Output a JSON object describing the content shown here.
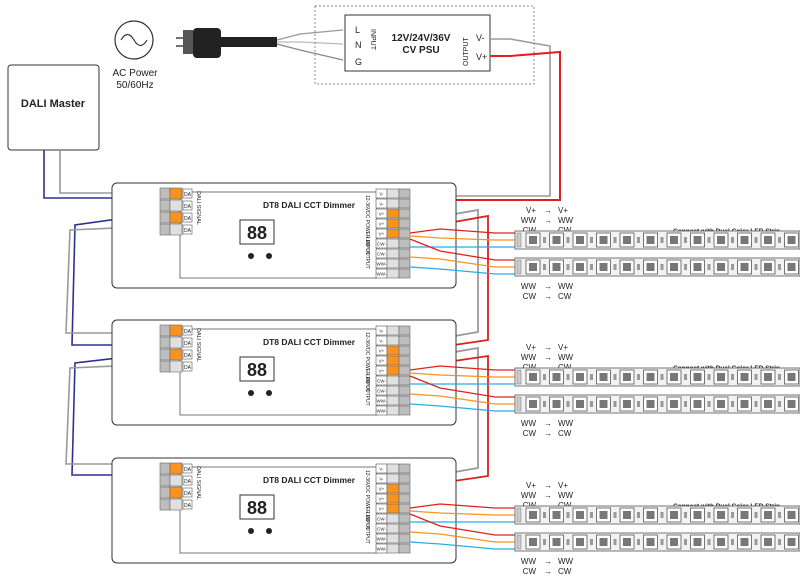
{
  "ac_power": {
    "line1": "AC Power",
    "line2": "50/60Hz"
  },
  "dali_master": "DALI Master",
  "psu": {
    "title_line1": "12V/24V/36V",
    "title_line2": "CV PSU",
    "input_label": "INPUT",
    "output_label": "OUTPUT",
    "pins_in": [
      "L",
      "N",
      "G"
    ],
    "pins_out": [
      "V-",
      "V+"
    ]
  },
  "dimmer": {
    "title": "DT8 DALI CCT Dimmer",
    "dali_signal": "DALI SIGNAL",
    "power_input": "12-36VDC POWER INPUT",
    "led_output": "LED OUTPUT",
    "display": "88",
    "left_pins": [
      "DA",
      "DA",
      "DA",
      "DA"
    ],
    "right_pins": [
      "V-",
      "V-",
      "V+",
      "V+",
      "V+",
      "CW-",
      "CW-",
      "WW-",
      "WW-"
    ]
  },
  "strip": {
    "connect_label": "Connect with Dual Color LED Strip",
    "map_top": [
      {
        "from": "V+",
        "to": "V+"
      },
      {
        "from": "WW",
        "to": "WW"
      },
      {
        "from": "CW",
        "to": "CW"
      }
    ],
    "map_bottom": [
      {
        "from": "WW",
        "to": "WW"
      },
      {
        "from": "CW",
        "to": "CW"
      }
    ]
  },
  "colors": {
    "red": "#e02020",
    "blue_dali": "#2e3192",
    "cyan": "#29abe2",
    "orange": "#f7941d",
    "gray_wire": "#9a9a9a",
    "terminal_orange": "#f7931e"
  }
}
